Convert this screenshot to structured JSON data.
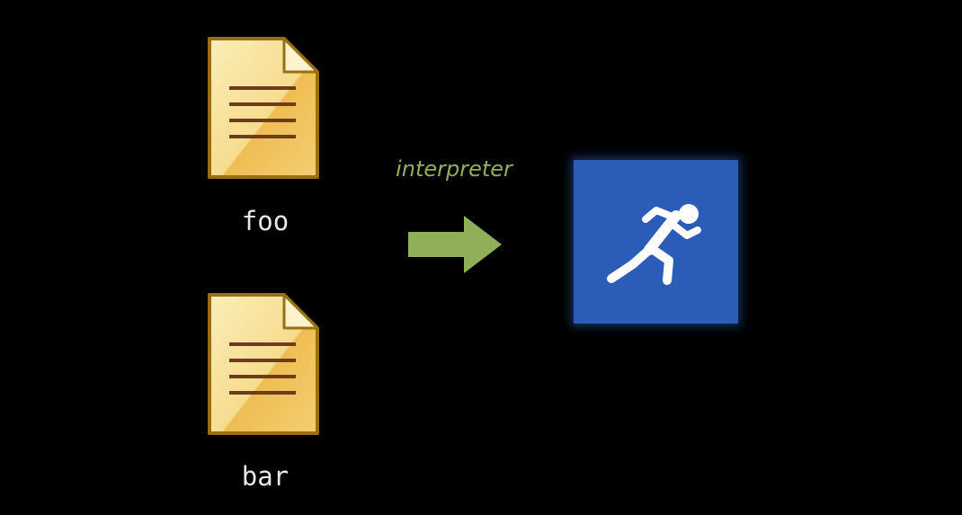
{
  "files": [
    {
      "name": "foo",
      "icon": "text-document-icon"
    },
    {
      "name": "bar",
      "icon": "text-document-icon"
    }
  ],
  "process": {
    "label": "interpreter",
    "arrow_icon": "right-arrow-icon",
    "result_icon": "running-person-icon"
  },
  "colors": {
    "background": "#000000",
    "document_fill": "#f4d98a",
    "document_accent": "#e9a935",
    "document_lines": "#6b3c1e",
    "arrow": "#8faf58",
    "runner_tile": "#2b5cb7",
    "runner_figure": "#ffffff",
    "label_text": "#e8e8e8"
  }
}
